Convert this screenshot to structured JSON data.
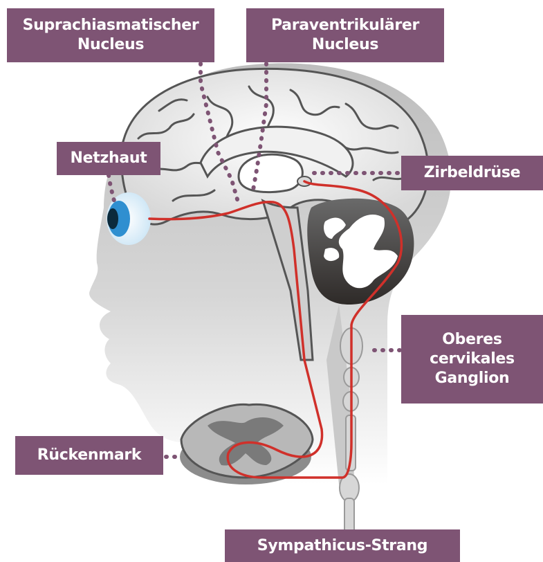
{
  "labels": {
    "scn_line1": "Suprachiasmatischer",
    "scn_line2": "Nucleus",
    "pvn_line1": "Paraventrikulärer",
    "pvn_line2": "Nucleus",
    "retina": "Netzhaut",
    "pineal": "Zirbeldrüse",
    "scg_line1": "Oberes",
    "scg_line2": "cervikales",
    "scg_line3": "Ganglion",
    "spinal_cord": "Rückenmark",
    "sympathetic_trunk": "Sympathicus-Strang"
  },
  "colors": {
    "label_bg": "#7e5474",
    "label_text": "#ffffff",
    "pathway": "#d0302a",
    "dotted_leader": "#7e5474",
    "eye_iris": "#2f8fd0"
  }
}
